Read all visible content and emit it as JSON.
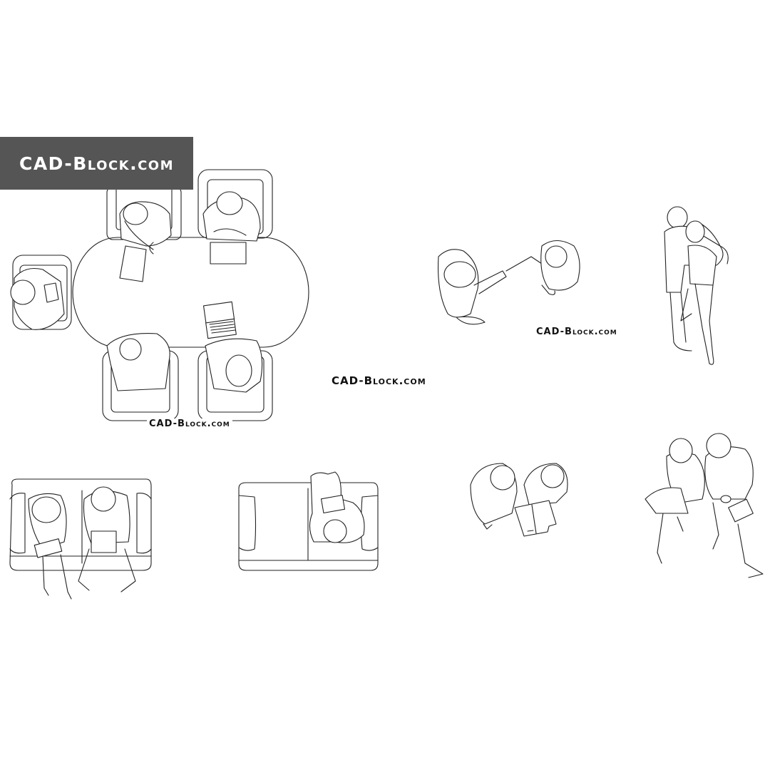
{
  "logo": {
    "text": "CAD-Block.com",
    "background": "#555555",
    "color": "#ffffff"
  },
  "watermarks": [
    {
      "id": "center",
      "text": "CAD-Block.com"
    },
    {
      "id": "handshake",
      "text": "CAD-Block.com"
    },
    {
      "id": "meeting",
      "text": "CAD-Block.com"
    }
  ],
  "blocks": [
    {
      "id": "meeting-table",
      "description": "Oval meeting table with 5 seated people in armchairs, laptop and papers (top view)"
    },
    {
      "id": "handshake",
      "description": "Two people shaking hands (top view)"
    },
    {
      "id": "embracing-couple",
      "description": "Couple embracing, standing (top view)"
    },
    {
      "id": "sofa-couple",
      "description": "Two people on a sofa with laptop and tablet (top view)"
    },
    {
      "id": "sofa-single",
      "description": "One person sitting cross-legged on sofa with tablet (top view)"
    },
    {
      "id": "two-standing-document",
      "description": "Two people standing looking at a document (top view)"
    },
    {
      "id": "two-sitting-floor",
      "description": "Two people sitting with laptop, tablet and cup (top view)"
    }
  ]
}
